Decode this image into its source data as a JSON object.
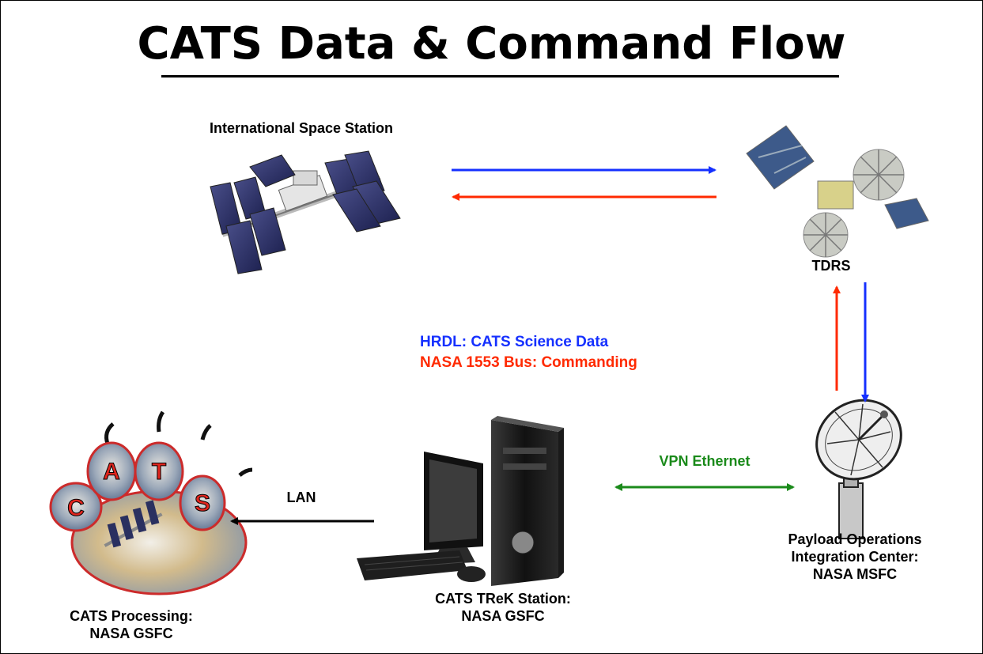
{
  "title": "CATS Data & Command Flow",
  "colors": {
    "data": "#1530ff",
    "command": "#ff2a00",
    "vpn": "#1a8a1a",
    "lan": "#000000"
  },
  "nodes": {
    "iss": {
      "label": "International Space Station",
      "icon": "space-station-icon"
    },
    "tdrs": {
      "label": "TDRS",
      "icon": "satellite-icon"
    },
    "poic": {
      "label_lines": [
        "Payload Operations",
        "Integration Center:",
        "NASA MSFC"
      ],
      "icon": "satellite-dish-icon"
    },
    "trek": {
      "label_lines": [
        "CATS TReK Station:",
        "NASA GSFC"
      ],
      "icon": "desktop-computer-icon"
    },
    "processing": {
      "label_lines": [
        "CATS Processing:",
        "NASA GSFC"
      ],
      "icon": "cats-paw-logo",
      "logo_letters": [
        "C",
        "A",
        "T",
        "S"
      ]
    }
  },
  "legend": {
    "data": "HRDL: CATS Science Data",
    "command": "NASA 1553 Bus: Commanding"
  },
  "links": {
    "vpn": "VPN Ethernet",
    "lan": "LAN"
  }
}
